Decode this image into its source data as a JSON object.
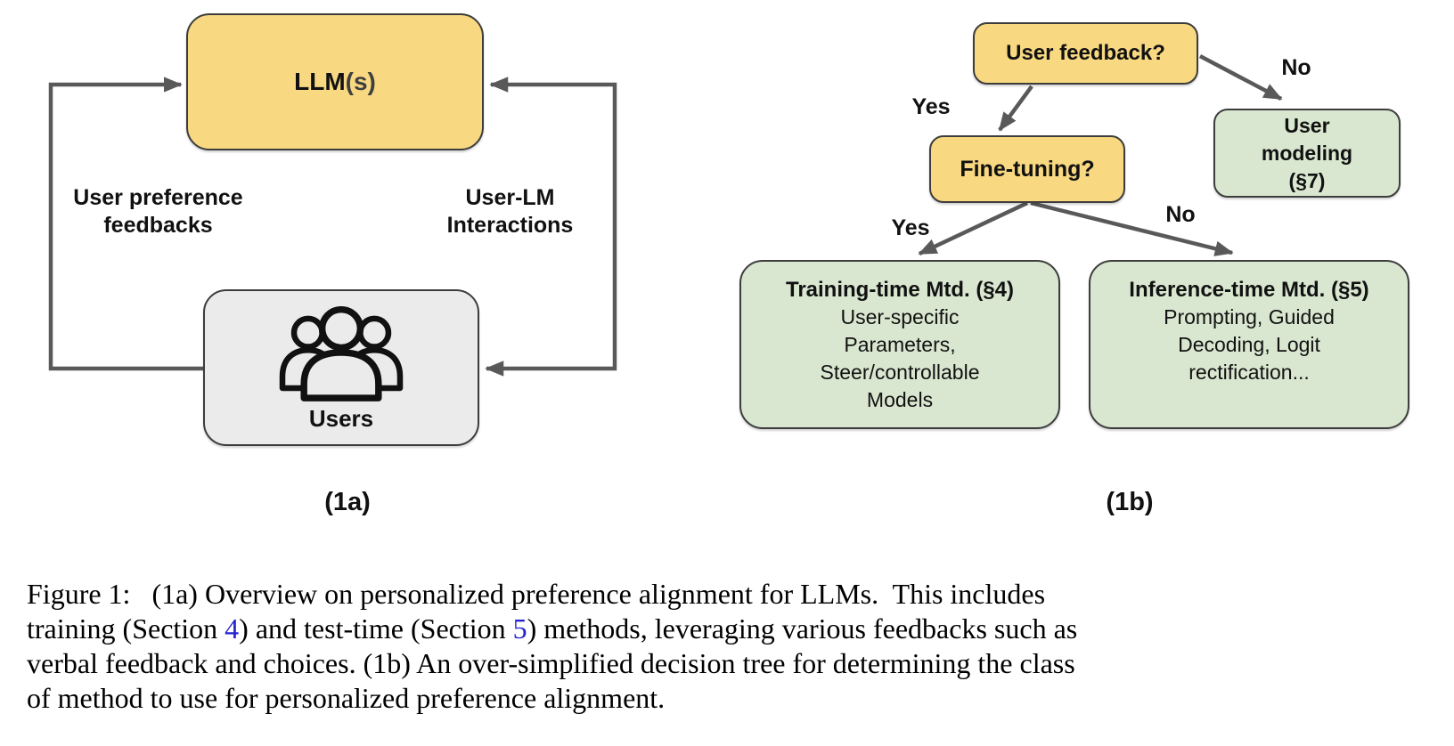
{
  "figure": {
    "panel_1a": {
      "label": "(1a)",
      "llm_box": {
        "label_main": "LLM",
        "label_suffix": "(s)"
      },
      "users_box": {
        "label": "Users"
      },
      "left_edge_label": "User preference\nfeedbacks",
      "right_edge_label": "User-LM\nInteractions"
    },
    "panel_1b": {
      "label": "(1b)",
      "nodes": {
        "user_feedback": "User feedback?",
        "fine_tuning": "Fine-tuning?",
        "user_modeling": "User\nmodeling\n(§7)",
        "training": {
          "title": "Training-time Mtd. (§4)",
          "body": "User-specific\nParameters,\nSteer/controllable\nModels"
        },
        "inference": {
          "title": "Inference-time Mtd. (§5)",
          "body": "Prompting, Guided\nDecoding, Logit\nrectification..."
        }
      },
      "edge_labels": {
        "uf_yes": "Yes",
        "uf_no": "No",
        "ft_yes": "Yes",
        "ft_no": "No"
      }
    },
    "caption": {
      "line1": "Figure 1:   (1a) Overview on personalized preference alignment for LLMs.  This includes",
      "line2_pre": "training (Section ",
      "line2_link1": "4",
      "line2_mid": ") and test-time (Section ",
      "line2_link2": "5",
      "line2_post": ") methods, leveraging various feedbacks such as",
      "line3": "verbal feedback and choices. (1b) An over-simplified decision tree for determining the class",
      "line4": "of method to use for personalized preference alignment."
    },
    "colors": {
      "node_yellow": "#F8D881",
      "node_green": "#D9E7D0",
      "node_gray": "#EBEBEB",
      "node_border": "#3D3D3D",
      "arrow_gray": "#595959",
      "link_blue": "#2323CE"
    }
  }
}
